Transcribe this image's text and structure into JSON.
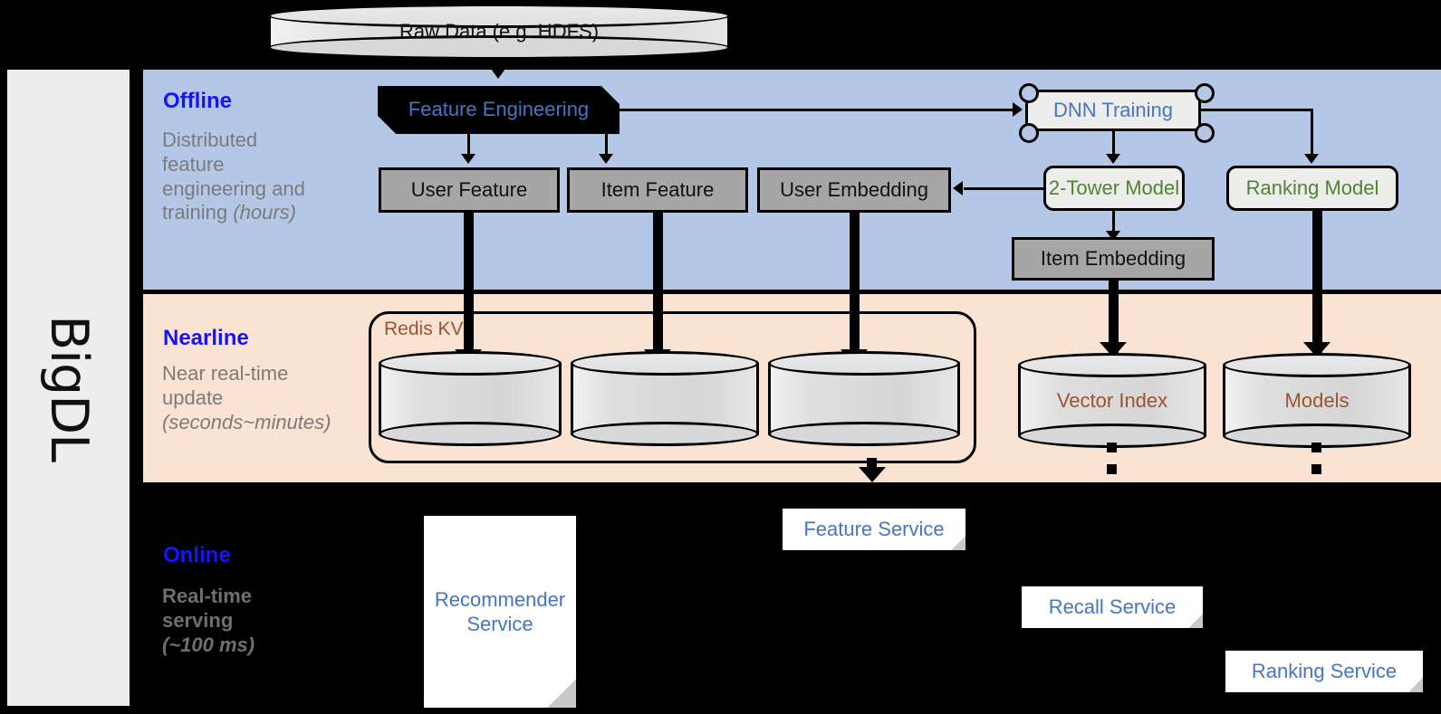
{
  "framework": {
    "name": "BigDL"
  },
  "source": {
    "label": "Raw Data (e.g. HDFS)"
  },
  "bands": [
    {
      "id": "offline",
      "title": "Offline",
      "subtitle_line1": "Distributed",
      "subtitle_line2": "feature",
      "subtitle_line3": "engineering and",
      "subtitle_line4": "training ",
      "subtitle_italic": "(hours)",
      "color": "#b4c7e7"
    },
    {
      "id": "nearline",
      "title": "Nearline",
      "subtitle_line1": "Near real-time",
      "subtitle_line2": "update",
      "subtitle_italic": "(seconds~minutes)",
      "color": "#fbe3d4"
    },
    {
      "id": "online",
      "title": "Online",
      "subtitle_line1": "Real-time",
      "subtitle_line2": "serving",
      "subtitle_italic": "(~100 ms)",
      "color": "#000000"
    }
  ],
  "offline_nodes": {
    "feature_engineering": "Feature Engineering",
    "dnn_training": "DNN Training",
    "user_feature": "User Feature",
    "item_feature": "Item Feature",
    "user_embedding": "User Embedding",
    "two_tower_model": "2-Tower Model",
    "ranking_model": "Ranking Model",
    "item_embedding": "Item Embedding"
  },
  "nearline_nodes": {
    "redis_group": "Redis KV",
    "store_user_feature": "",
    "store_item_feature": "",
    "store_user_embedding": "",
    "vector_index": "Vector Index",
    "models": "Models"
  },
  "online_nodes": {
    "recommender_service_line1": "Recommender",
    "recommender_service_line2": "Service",
    "feature_service": "Feature Service",
    "recall_service": "Recall Service",
    "ranking_service": "Ranking Service"
  },
  "colors": {
    "offline_band": "#b4c7e7",
    "nearline_band": "#fbe3d4",
    "online_band": "#000000",
    "band_title": "#1414ff",
    "blue_node_text": "#4575c4",
    "green_node_text": "#548235",
    "brown_node_text": "#a0522d",
    "gray_box_fill": "#a6a6a6",
    "light_box_fill": "#ededeb",
    "rail_fill": "#ededed"
  }
}
